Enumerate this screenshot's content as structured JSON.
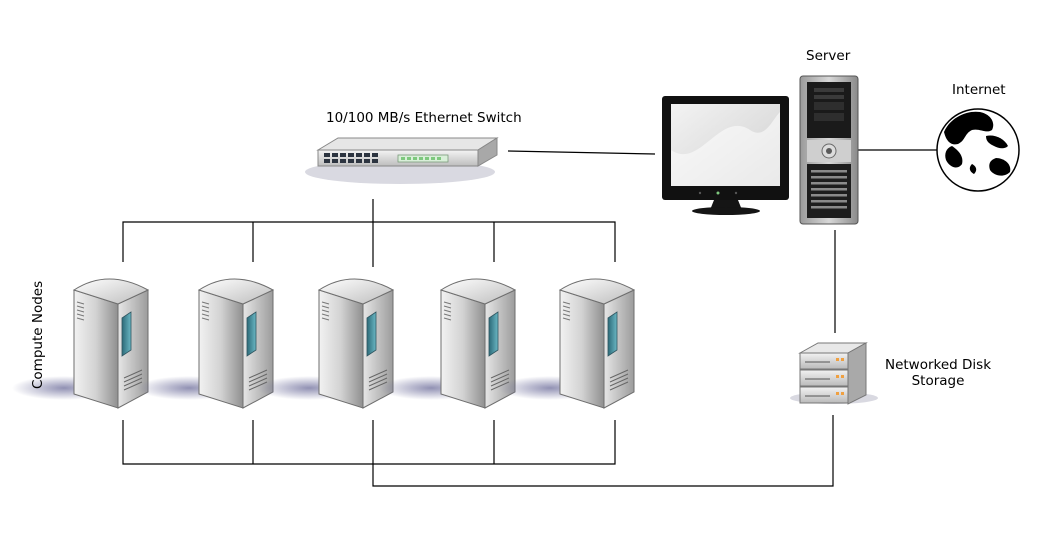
{
  "labels": {
    "switch": "10/100 MB/s Ethernet Switch",
    "server": "Server",
    "internet": "Internet",
    "compute_nodes": "Compute Nodes",
    "storage_line1": "Networked Disk",
    "storage_line2": "Storage"
  },
  "compute_node_count": 5,
  "colors": {
    "line": "#000000",
    "tower_body": "#c8c8c8",
    "tower_window": "#3d8a9a",
    "switch_port": "#2c3440",
    "switch_led": "#7ec87e",
    "storage_led": "#f0a040",
    "monitor_frame": "#111111",
    "globe_land": "#000000"
  }
}
